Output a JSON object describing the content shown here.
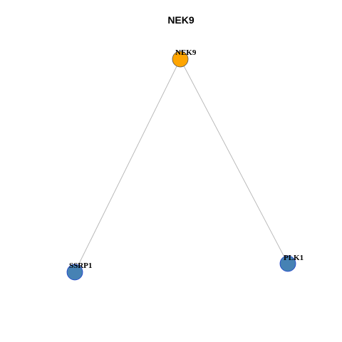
{
  "graph": {
    "title": "NEK9",
    "nodes": [
      {
        "id": "NEK9",
        "label": "NEK9",
        "color": "#FFA500",
        "stroke": "#555555"
      },
      {
        "id": "SSRP1",
        "label": "SSRP1",
        "color": "#4682B4",
        "stroke": "#1a3fcc"
      },
      {
        "id": "PLK1",
        "label": "PLK1",
        "color": "#4682B4",
        "stroke": "#1a3fcc"
      }
    ],
    "edges": [
      {
        "source": "NEK9",
        "target": "SSRP1"
      },
      {
        "source": "NEK9",
        "target": "PLK1"
      }
    ]
  }
}
